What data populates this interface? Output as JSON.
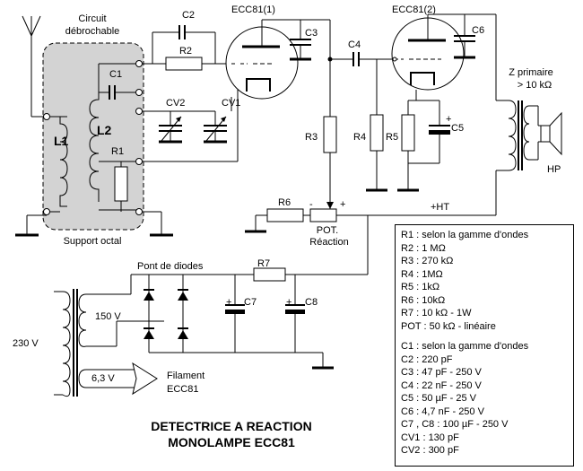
{
  "labels": {
    "antenna_circuit": [
      "Circuit",
      "débrochable"
    ],
    "support": "Support octal",
    "tube1": "ECC81(1)",
    "tube2": "ECC81(2)",
    "z_primary": [
      "Z primaire",
      "> 10 kΩ"
    ],
    "hp": "HP",
    "pot": [
      "POT.",
      "Réaction"
    ],
    "ht": "+HT",
    "diode_bridge": "Pont de diodes",
    "mains": "230 V",
    "secondary": "150 V",
    "heater_volt": "6,3 V",
    "filament": [
      "Filament",
      "ECC81"
    ],
    "components": {
      "C1": "C1",
      "C2": "C2",
      "C3": "C3",
      "C4": "C4",
      "C5": "C5",
      "C6": "C6",
      "C7": "C7",
      "C8": "C8",
      "CV1": "CV1",
      "CV2": "CV2",
      "L1": "L1",
      "L2": "L2",
      "R1": "R1",
      "R2": "R2",
      "R3": "R3",
      "R4": "R4",
      "R5": "R5",
      "R6": "R6",
      "R7": "R7"
    },
    "pot_minus": "-",
    "pot_plus": "+",
    "c5_plus": "+",
    "c7_plus": "+",
    "c8_plus": "+"
  },
  "title": [
    "DETECTRICE  A  REACTION",
    "MONOLAMPE  ECC81"
  ],
  "legend": [
    "R1 : selon la gamme d'ondes",
    "R2 : 1 MΩ",
    "R3 : 270 kΩ",
    "R4 : 1MΩ",
    "R5 : 1kΩ",
    "R6 : 10kΩ",
    "R7 : 10 kΩ - 1W",
    "POT : 50 kΩ - linéaire",
    "",
    "C1 : selon la gamme d'ondes",
    "C2 : 220 pF",
    "C3 : 47 pF - 250 V",
    "C4 : 22 nF - 250 V",
    "C5 : 50 µF - 25 V",
    "C6 : 4,7 nF - 250 V",
    "C7 , C8 : 100 µF - 250 V",
    "CV1 : 130 pF",
    "CV2 : 300 pF"
  ]
}
